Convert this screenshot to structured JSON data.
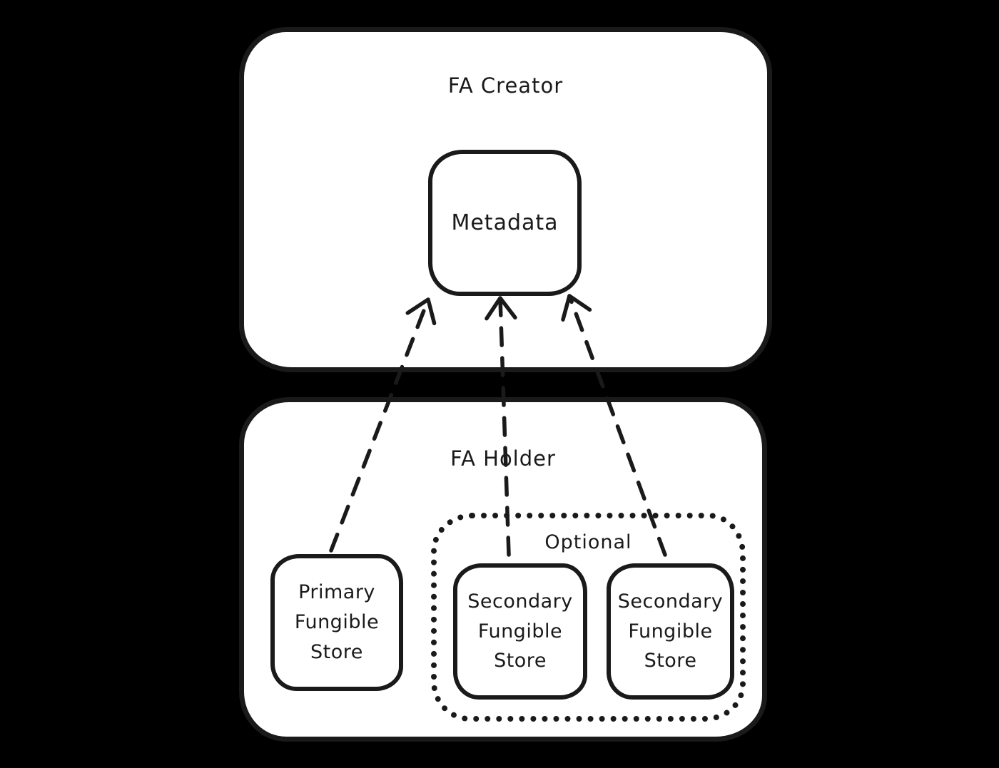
{
  "colors": {
    "background": "#000000",
    "surface": "#ffffff",
    "stroke": "#1a1a1a"
  },
  "creator": {
    "label": "FA Creator",
    "metadata_label": "Metadata"
  },
  "holder": {
    "label": "FA Holder",
    "primary_store_label": "Primary\nFungible\nStore",
    "optional": {
      "label": "Optional",
      "secondary_stores": [
        {
          "label": "Secondary\nFungible\nStore"
        },
        {
          "label": "Secondary\nFungible\nStore"
        }
      ]
    }
  },
  "arrows": [
    {
      "name": "primary-store-to-metadata",
      "style": "dashed"
    },
    {
      "name": "secondary-store-1-to-metadata",
      "style": "dashed"
    },
    {
      "name": "secondary-store-2-to-metadata",
      "style": "dashed"
    }
  ]
}
